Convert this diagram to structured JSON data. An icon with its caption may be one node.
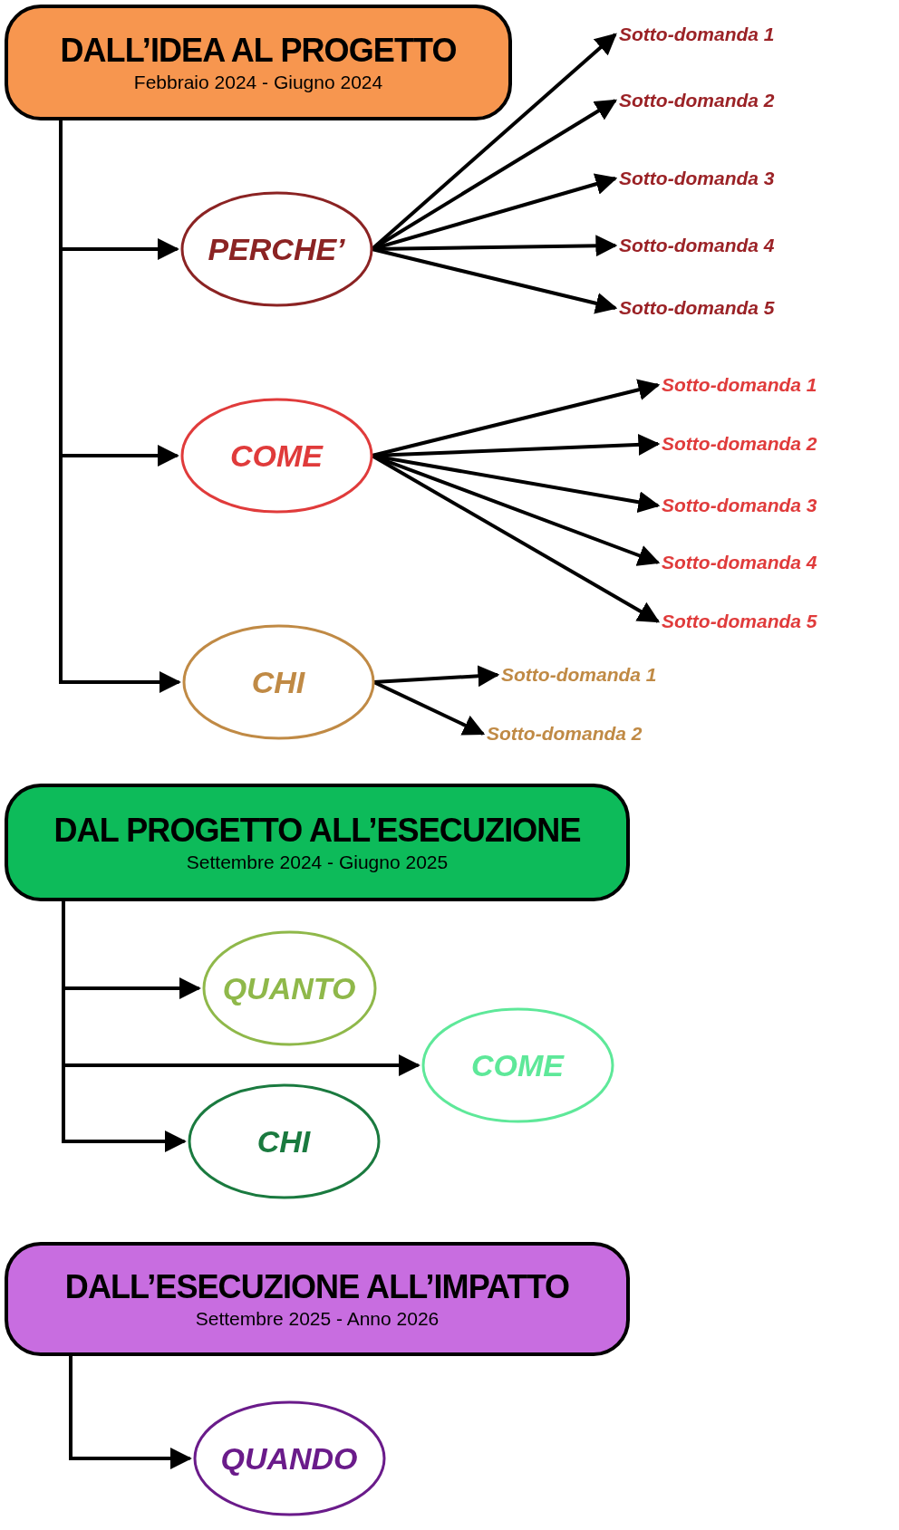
{
  "diagram": {
    "nodes": [
      {
        "text": [
          "DALL’IDEA AL PROGETTO",
          "Febbraio 2024 - Giugno 2024"
        ]
      },
      {
        "text": [
          "PERCHE’"
        ]
      },
      {
        "text": [
          "Sotto-domanda 1"
        ]
      },
      {
        "text": [
          "Sotto-domanda 2"
        ]
      },
      {
        "text": [
          "Sotto-domanda 3"
        ]
      },
      {
        "text": [
          "Sotto-domanda 4"
        ]
      },
      {
        "text": [
          "Sotto-domanda 5"
        ]
      },
      {
        "text": [
          "COME"
        ]
      },
      {
        "text": [
          "Sotto-domanda 1"
        ]
      },
      {
        "text": [
          "Sotto-domanda 2"
        ]
      },
      {
        "text": [
          "Sotto-domanda 3"
        ]
      },
      {
        "text": [
          "Sotto-domanda 4"
        ]
      },
      {
        "text": [
          "Sotto-domanda 5"
        ]
      },
      {
        "text": [
          "CHI"
        ]
      },
      {
        "text": [
          "Sotto-domanda 1"
        ]
      },
      {
        "text": [
          "Sotto-domanda 2"
        ]
      },
      {
        "text": [
          "DAL PROGETTO ALL’ESECUZIONE",
          "Settembre 2024 - Giugno 2025"
        ]
      },
      {
        "text": [
          "QUANTO"
        ]
      },
      {
        "text": [
          "COME"
        ]
      },
      {
        "text": [
          "CHI"
        ]
      },
      {
        "text": [
          "DALL’ESECUZIONE ALL’IMPATTO",
          "Settembre 2025 - Anno 2026"
        ]
      },
      {
        "text": [
          "QUANDO"
        ]
      }
    ],
    "edges": [
      {
        "from": 0,
        "to": 1,
        "arrow": "to"
      },
      {
        "from": 0,
        "to": 7,
        "arrow": "to"
      },
      {
        "from": 0,
        "to": 13,
        "arrow": "to"
      },
      {
        "from": 1,
        "to": 2,
        "arrow": "to"
      },
      {
        "from": 1,
        "to": 3,
        "arrow": "to"
      },
      {
        "from": 1,
        "to": 4,
        "arrow": "to"
      },
      {
        "from": 1,
        "to": 5,
        "arrow": "to"
      },
      {
        "from": 1,
        "to": 6,
        "arrow": "to"
      },
      {
        "from": 7,
        "to": 8,
        "arrow": "to"
      },
      {
        "from": 7,
        "to": 9,
        "arrow": "to"
      },
      {
        "from": 7,
        "to": 10,
        "arrow": "to"
      },
      {
        "from": 7,
        "to": 11,
        "arrow": "to"
      },
      {
        "from": 7,
        "to": 12,
        "arrow": "to"
      },
      {
        "from": 13,
        "to": 14,
        "arrow": "to"
      },
      {
        "from": 13,
        "to": 15,
        "arrow": "to"
      },
      {
        "from": 16,
        "to": 17,
        "arrow": "to"
      },
      {
        "from": 16,
        "to": 18,
        "arrow": "to"
      },
      {
        "from": 16,
        "to": 19,
        "arrow": "to"
      },
      {
        "from": 20,
        "to": 21,
        "arrow": "to"
      }
    ]
  }
}
